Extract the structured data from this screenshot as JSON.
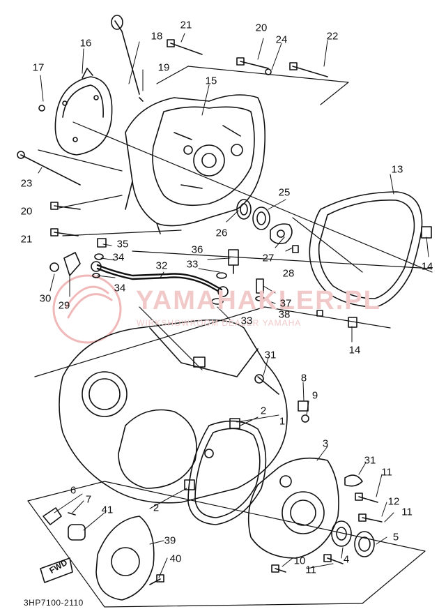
{
  "diagram": {
    "code": "3HP7100-2110",
    "fwd_label": "FWD",
    "watermark": {
      "text": "YAMAHAKLER.PL",
      "subtext": "WIRKSHOWROOM DEALER YAMAHA",
      "color": "#e06060"
    },
    "line_color": "#111111",
    "labels": {
      "p1": "1",
      "p2a": "2",
      "p2b": "2",
      "p3": "3",
      "p4": "4",
      "p5": "5",
      "p6": "6",
      "p7": "7",
      "p8": "8",
      "p9": "9",
      "p10": "10",
      "p11a": "11",
      "p11b": "11",
      "p11c": "11",
      "p12": "12",
      "p13": "13",
      "p14a": "14",
      "p14b": "14",
      "p15": "15",
      "p16": "16",
      "p17": "17",
      "p18": "18",
      "p19": "19",
      "p20a": "20",
      "p20b": "20",
      "p21a": "21",
      "p21b": "21",
      "p22": "22",
      "p23": "23",
      "p24": "24",
      "p25": "25",
      "p26": "26",
      "p27": "27",
      "p28": "28",
      "p29": "29",
      "p30": "30",
      "p31a": "31",
      "p31b": "31",
      "p32": "32",
      "p33a": "33",
      "p33b": "33",
      "p34a": "34",
      "p34b": "34",
      "p35": "35",
      "p36": "36",
      "p37": "37",
      "p38": "38",
      "p39": "39",
      "p40": "40",
      "p41": "41"
    }
  }
}
